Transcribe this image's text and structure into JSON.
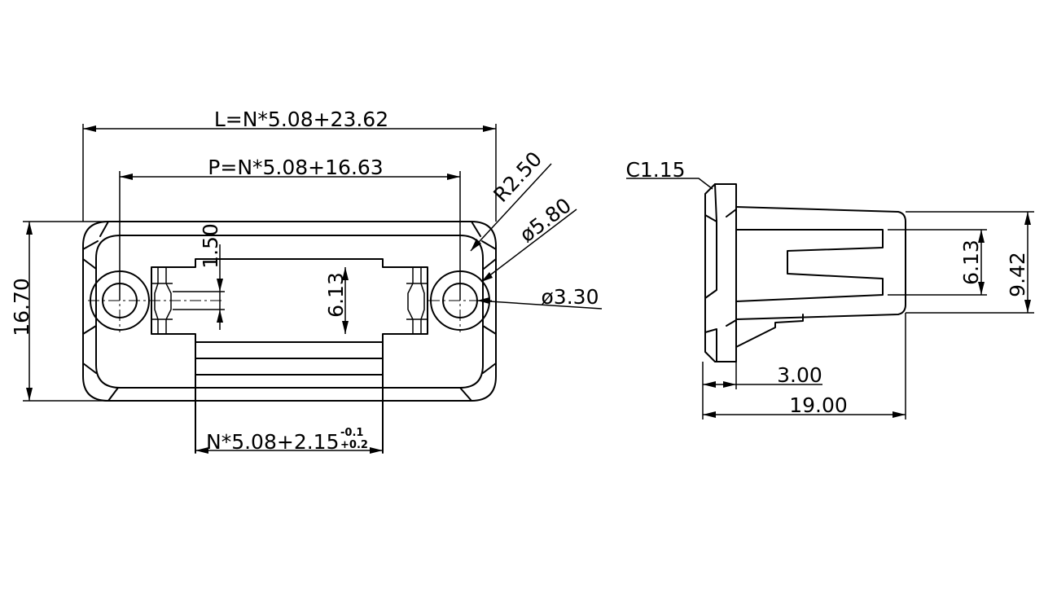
{
  "front_view": {
    "length_label": "L=N*5.08+23.62",
    "pitch_label": "P=N*5.08+16.63",
    "radius_label": "R2.50",
    "boss_diameter_label": "ø5.80",
    "hole_diameter_label": "ø3.30",
    "height_label": "16.70",
    "slot_offset_label": "1.50",
    "inner_height_label": "6.13",
    "opening_label_base": "N*5.08+2.15",
    "opening_tol_upper": "-0.1",
    "opening_tol_lower": "+0.2"
  },
  "side_view": {
    "chamfer_label": "C1.15",
    "inner_height_label": "6.13",
    "body_height_label": "9.42",
    "flange_label": "3.00",
    "depth_label": "19.00"
  }
}
